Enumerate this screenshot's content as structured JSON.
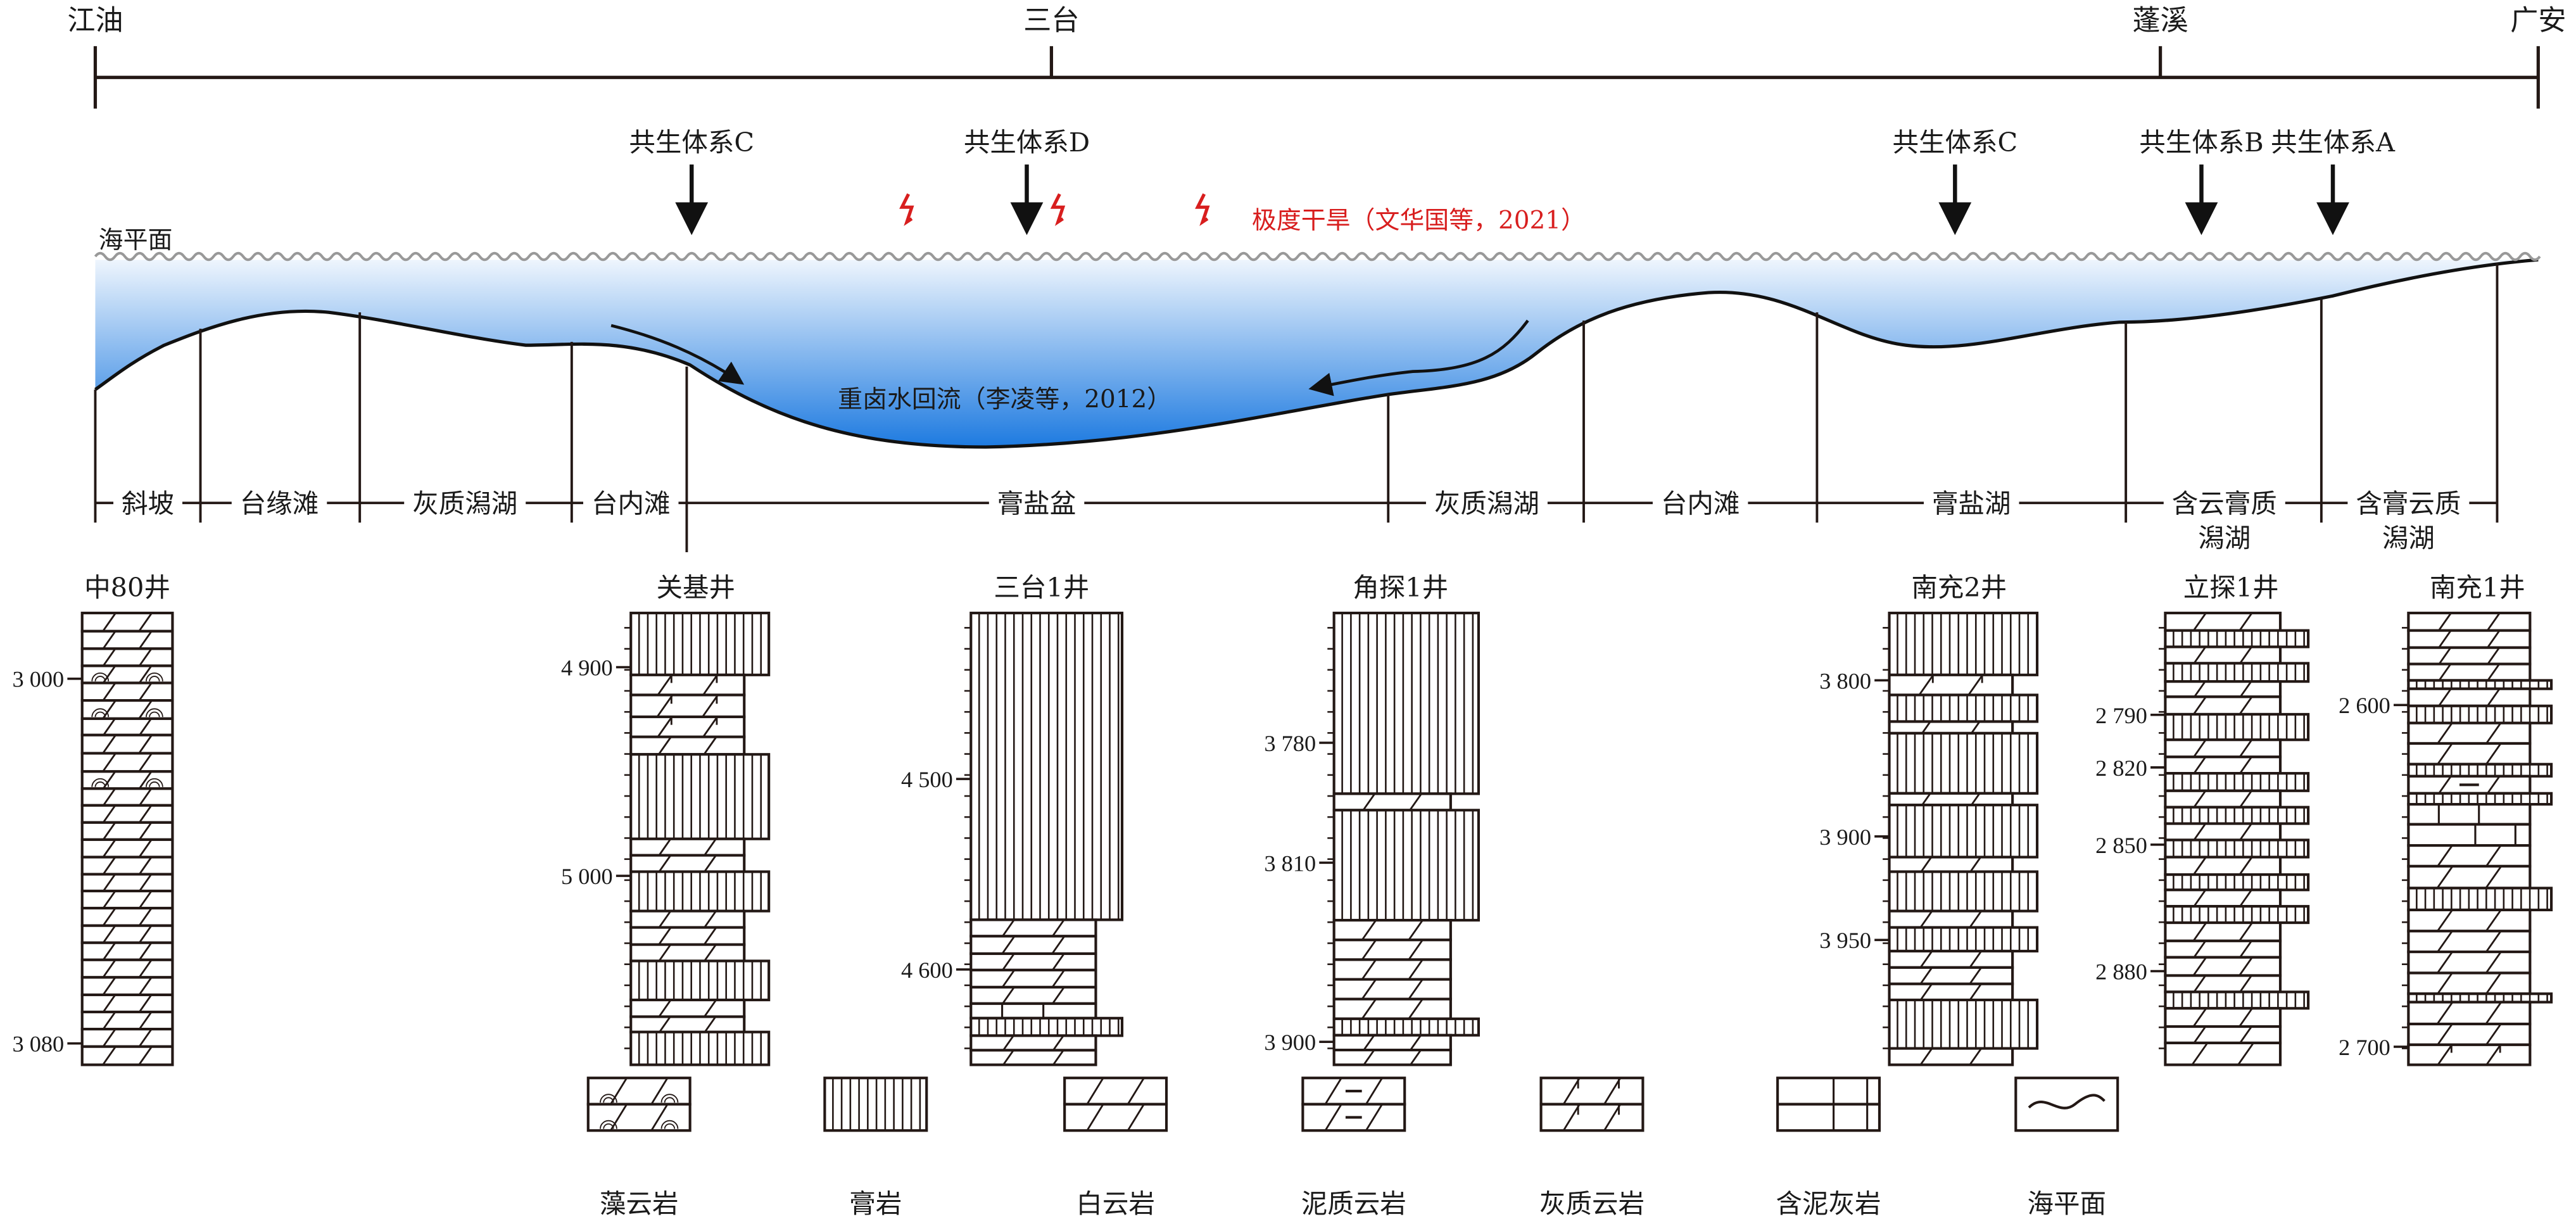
{
  "transect": {
    "locations": [
      "江油",
      "三台",
      "蓬溪",
      "广安"
    ]
  },
  "sea_level_label": "海平面",
  "climate_note": "极度干旱（文华国等，2021）",
  "reflux_note": "重卤水回流（李凌等，2012）",
  "assemblages": [
    "共生体系C",
    "共生体系D",
    "共生体系C",
    "共生体系B",
    "共生体系A"
  ],
  "facies": [
    "斜坡",
    "台缘滩",
    "灰质潟湖",
    "台内滩",
    "膏盐盆",
    "灰质潟湖",
    "台内滩",
    "膏盐湖",
    "含云膏质|潟湖",
    "含膏云质|潟湖"
  ],
  "legend": [
    {
      "code": "algal",
      "label": "藻云岩"
    },
    {
      "code": "gyp",
      "label": "膏岩"
    },
    {
      "code": "dol",
      "label": "白云岩"
    },
    {
      "code": "mud",
      "label": "泥质云岩"
    },
    {
      "code": "ldol",
      "label": "灰质云岩"
    },
    {
      "code": "lime",
      "label": "含泥灰岩"
    },
    {
      "code": "sea",
      "label": "海平面"
    }
  ],
  "wells": [
    {
      "name": "中80井",
      "ticks": [
        "3 000",
        "3 080"
      ],
      "layers": [
        [
          "dol",
          50
        ],
        [
          "dol",
          48
        ],
        [
          "dol",
          47
        ],
        [
          "algal",
          47
        ],
        [
          "dol",
          48
        ],
        [
          "algal",
          50
        ],
        [
          "dol",
          45
        ],
        [
          "dol",
          50
        ],
        [
          "dol",
          50
        ],
        [
          "algal",
          47
        ],
        [
          "dol",
          46
        ],
        [
          "dol",
          47
        ],
        [
          "dol",
          47
        ],
        [
          "dol",
          48
        ],
        [
          "dol",
          47
        ],
        [
          "dol",
          46
        ],
        [
          "dol",
          47
        ],
        [
          "dol",
          48
        ],
        [
          "dol",
          47
        ],
        [
          "dol",
          47
        ],
        [
          "dol",
          48
        ],
        [
          "dol",
          48
        ],
        [
          "dol",
          47
        ],
        [
          "dol",
          47
        ],
        [
          "dol",
          48
        ],
        [
          "dol",
          50
        ]
      ]
    },
    {
      "name": "关基井",
      "ticks": [
        "4 900",
        "5 000"
      ],
      "layers": [
        [
          "gyp",
          170
        ],
        [
          "ldol",
          55
        ],
        [
          "ldol",
          60
        ],
        [
          "ldol",
          55
        ],
        [
          "dol",
          48
        ],
        [
          "gyp",
          232
        ],
        [
          "dol",
          45
        ],
        [
          "dol",
          45
        ],
        [
          "gyp",
          108
        ],
        [
          "dol",
          45
        ],
        [
          "dol",
          47
        ],
        [
          "dol",
          45
        ],
        [
          "gyp",
          107
        ],
        [
          "dol",
          46
        ],
        [
          "dol",
          42
        ],
        [
          "gyp",
          90
        ]
      ]
    },
    {
      "name": "三台1井",
      "ticks": [
        "4 500",
        "4 600"
      ],
      "layers": [
        [
          "gyp",
          842
        ],
        [
          "dol",
          45
        ],
        [
          "dol",
          48
        ],
        [
          "dol",
          45
        ],
        [
          "dol",
          47
        ],
        [
          "dol",
          45
        ],
        [
          "lime",
          40
        ],
        [
          "gyp",
          48
        ],
        [
          "dol",
          40
        ],
        [
          "dol",
          40
        ]
      ]
    },
    {
      "name": "角探1井",
      "ticks": [
        "3 780",
        "3 810",
        "3 900"
      ],
      "layers": [
        [
          "gyp",
          110
        ],
        [
          "dol",
          10
        ],
        [
          "gyp",
          67
        ],
        [
          "dol",
          12
        ],
        [
          "dol",
          12
        ],
        [
          "dol",
          12
        ],
        [
          "dol",
          12
        ],
        [
          "dol",
          12
        ],
        [
          "gyp",
          10
        ],
        [
          "dol",
          9
        ],
        [
          "dol",
          9
        ]
      ]
    },
    {
      "name": "南充2井",
      "ticks": [
        "3 800",
        "3 900",
        "3 950"
      ],
      "layers": [
        [
          "gyp",
          170
        ],
        [
          "ldol",
          55
        ],
        [
          "gyp",
          73
        ],
        [
          "dol",
          32
        ],
        [
          "gyp",
          165
        ],
        [
          "dol",
          32
        ],
        [
          "gyp",
          143
        ],
        [
          "dol",
          40
        ],
        [
          "gyp",
          108
        ],
        [
          "dol",
          45
        ],
        [
          "gyp",
          65
        ],
        [
          "dol",
          45
        ],
        [
          "dol",
          45
        ],
        [
          "dol",
          44
        ],
        [
          "gyp",
          133
        ],
        [
          "dol",
          45
        ]
      ]
    },
    {
      "name": "立探1井",
      "ticks": [
        "2 790",
        "2 820",
        "2 850",
        "2 880"
      ],
      "layers": [
        [
          "dol",
          48
        ],
        [
          "gyp",
          45
        ],
        [
          "dol",
          45
        ],
        [
          "gyp",
          50
        ],
        [
          "dol",
          42
        ],
        [
          "dol",
          48
        ],
        [
          "gyp",
          70
        ],
        [
          "dol",
          47
        ],
        [
          "dol",
          45
        ],
        [
          "gyp",
          48
        ],
        [
          "dol",
          45
        ],
        [
          "gyp",
          45
        ],
        [
          "dol",
          45
        ],
        [
          "gyp",
          47
        ],
        [
          "dol",
          48
        ],
        [
          "gyp",
          42
        ],
        [
          "dol",
          45
        ],
        [
          "gyp",
          45
        ],
        [
          "dol",
          50
        ],
        [
          "dol",
          45
        ],
        [
          "dol",
          50
        ],
        [
          "dol",
          45
        ],
        [
          "gyp",
          45
        ],
        [
          "dol",
          50
        ],
        [
          "dol",
          45
        ],
        [
          "dol",
          60
        ]
      ]
    },
    {
      "name": "南充1井",
      "ticks": [
        "2 600",
        "2 700"
      ],
      "layers": [
        [
          "dol",
          48
        ],
        [
          "dol",
          47
        ],
        [
          "dol",
          45
        ],
        [
          "dol",
          45
        ],
        [
          "gyp",
          23
        ],
        [
          "dol",
          47
        ],
        [
          "gyp",
          47
        ],
        [
          "dol",
          56
        ],
        [
          "dol",
          57
        ],
        [
          "gyp",
          33
        ],
        [
          "mud",
          47
        ],
        [
          "gyp",
          30
        ],
        [
          "lime",
          55
        ],
        [
          "lime",
          58
        ],
        [
          "dol",
          57
        ],
        [
          "dol",
          60
        ],
        [
          "gyp",
          60
        ],
        [
          "dol",
          58
        ],
        [
          "dol",
          57
        ],
        [
          "dol",
          58
        ],
        [
          "dol",
          57
        ],
        [
          "gyp",
          23
        ],
        [
          "dol",
          60
        ],
        [
          "dol",
          57
        ],
        [
          "ldol",
          55
        ]
      ]
    }
  ],
  "colors": {
    "water_top": "#e8f2fc",
    "water_bottom": "#1f7ee0",
    "red": "#d81e1e",
    "line": "#231815"
  }
}
